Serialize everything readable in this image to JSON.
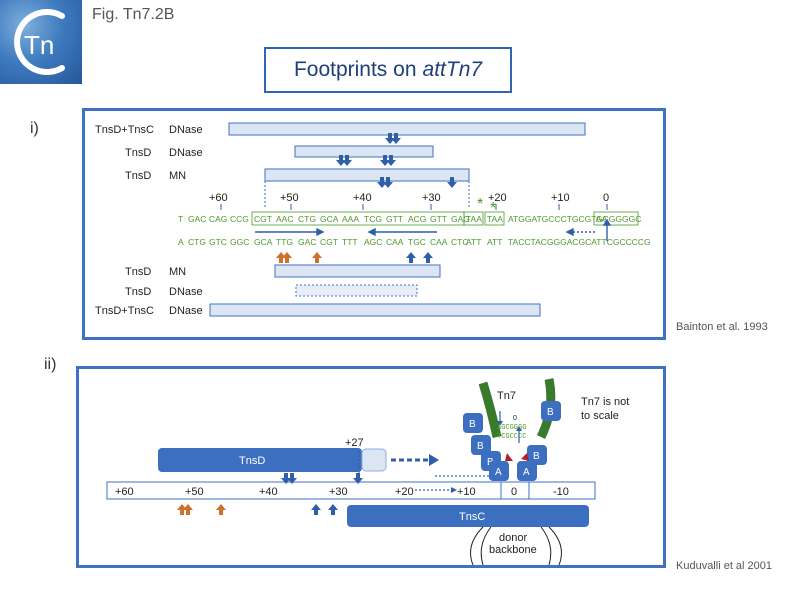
{
  "header": {
    "logo_text": "Tn",
    "fig_label": "Fig. Tn7.2B",
    "title_prefix": "Footprints on",
    "title_italic": "attTn7"
  },
  "panel_i": {
    "label": "i)",
    "citation": "Bainton et al. 1993",
    "top_rows": [
      {
        "protein": "TnsD+TnsC",
        "method": "DNase"
      },
      {
        "protein": "TnsD",
        "method": "DNase"
      },
      {
        "protein": "TnsD",
        "method": "MN"
      }
    ],
    "bottom_rows": [
      {
        "protein": "TnsD",
        "method": "MN"
      },
      {
        "protein": "TnsD",
        "method": "DNase"
      },
      {
        "protein": "TnsD+TnsC",
        "method": "DNase"
      }
    ],
    "positions": [
      "+60",
      "+50",
      "+40",
      "+30",
      "+20",
      "+10",
      "0"
    ],
    "top_strand": [
      "T",
      "GAC",
      "CAG",
      "CCG",
      "CGT",
      "AAC",
      "CTG",
      "GCA",
      "AAA",
      "TCG",
      "GTT",
      "ACG",
      "GTT",
      "GAG",
      "TAA",
      "TAA",
      "ATGGATGCCCTGCGTAA",
      "GCGGGGC"
    ],
    "bottom_strand": [
      "A",
      "CTG",
      "GTC",
      "GGC",
      "GCA",
      "TTG",
      "GAC",
      "CGT",
      "TTT",
      "AGC",
      "CAA",
      "TGC",
      "CAA",
      "CTC",
      "ATT",
      "ATT",
      "TACCTACGGGACGCATTCGCCCCG"
    ],
    "stop_marks": [
      "*",
      "*"
    ]
  },
  "panel_ii": {
    "label": "ii)",
    "citation": "Kuduvalli et al 2001",
    "tnsd_label": "TnsD",
    "tnsc_label": "TnsC",
    "plus27": "+27",
    "positions": [
      "+60",
      "+50",
      "+40",
      "+30",
      "+20",
      "+10",
      "0",
      "-10"
    ],
    "tn7_label": "Tn7",
    "tn7_zero": "0",
    "tn7_seq_top": "AGCGGGG",
    "tn7_seq_bottom": "TCGCCCC",
    "scale_note_1": "Tn7 is not",
    "scale_note_2": "to scale",
    "donor_1": "donor",
    "donor_2": "backbone",
    "subunits_b": [
      "B",
      "B",
      "B",
      "B",
      "B"
    ],
    "subunits_a": [
      "A",
      "A"
    ]
  },
  "colors": {
    "panel_border": "#3f72c0",
    "bar_fill": "#dbe5f4",
    "protein_fill": "#3d6fc0",
    "sequence_green": "#4c9a2a",
    "arrow_blue": "#2f5fa8",
    "arrow_orange": "#d0702a",
    "tn7_green": "#3a7a2c",
    "dark_red": "#b0202a"
  }
}
